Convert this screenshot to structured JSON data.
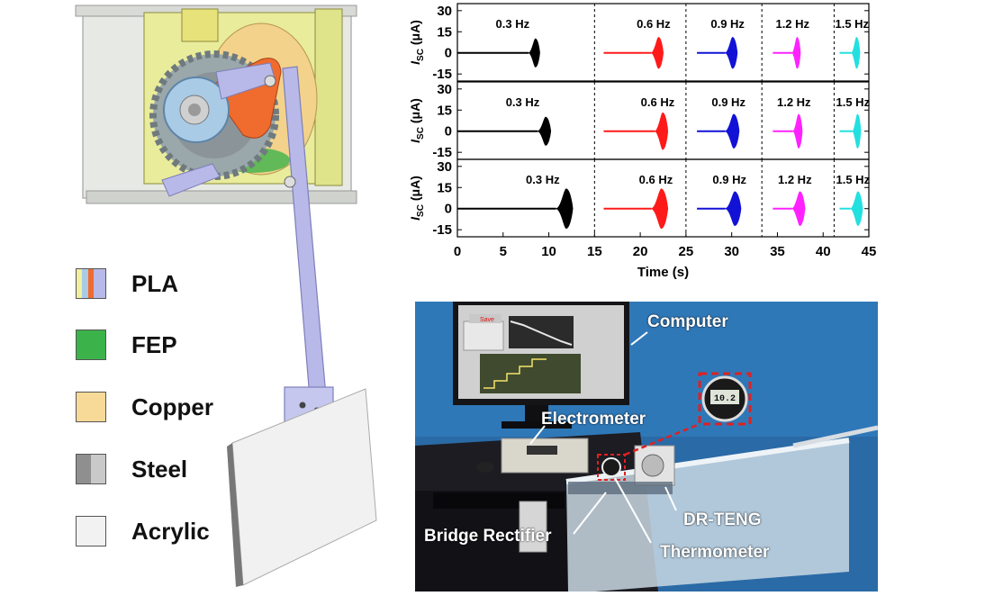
{
  "legend": [
    {
      "label": "PLA",
      "colors": [
        "#f2eea2",
        "#a9cbe6",
        "#ef6b2e",
        "#b8b9e8"
      ]
    },
    {
      "label": "FEP",
      "colors": [
        "#3cb34a"
      ]
    },
    {
      "label": "Copper",
      "colors": [
        "#f8da98"
      ]
    },
    {
      "label": "Steel",
      "colors": [
        "#8f8f8f",
        "#c9c9c9"
      ]
    },
    {
      "label": "Acrylic",
      "colors": [
        "#f2f2f2"
      ]
    }
  ],
  "chart_data": {
    "type": "line",
    "xlabel": "Time (s)",
    "ylabel_italic": "I",
    "ylabel_sub": "SC",
    "ylabel_unit": " (μA)",
    "xlim": [
      0,
      45
    ],
    "ylim": [
      -20,
      35
    ],
    "x_ticks": [
      0,
      5,
      10,
      15,
      20,
      25,
      30,
      35,
      40,
      45
    ],
    "y_ticks": [
      30,
      15,
      0,
      -15
    ],
    "grid": false,
    "segment_boundaries": [
      15,
      25,
      33.3,
      41.2
    ],
    "rows": [
      {
        "series": [
          {
            "name": "0.3 Hz",
            "color": "#000000",
            "flat_start": 0,
            "burst_start": 7.8,
            "burst_end": 9.0,
            "amplitude": 10
          },
          {
            "name": "0.6 Hz",
            "color": "#ff1a1a",
            "flat_start": 16,
            "burst_start": 21.2,
            "burst_end": 22.5,
            "amplitude": 11
          },
          {
            "name": "0.9 Hz",
            "color": "#1212d6",
            "flat_start": 26.2,
            "burst_start": 29.3,
            "burst_end": 30.6,
            "amplitude": 11
          },
          {
            "name": "1.2 Hz",
            "color": "#ff22ff",
            "flat_start": 34.5,
            "burst_start": 36.6,
            "burst_end": 37.5,
            "amplitude": 11
          },
          {
            "name": "1.5 Hz",
            "color": "#22e0e0",
            "flat_start": 41.8,
            "burst_start": 43.1,
            "burst_end": 44.0,
            "amplitude": 11
          }
        ]
      },
      {
        "series": [
          {
            "name": "0.3 Hz",
            "color": "#000000",
            "flat_start": 0,
            "burst_start": 8.8,
            "burst_end": 10.2,
            "amplitude": 10
          },
          {
            "name": "0.6 Hz",
            "color": "#ff1a1a",
            "flat_start": 16,
            "burst_start": 21.6,
            "burst_end": 23.0,
            "amplitude": 13
          },
          {
            "name": "0.9 Hz",
            "color": "#1212d6",
            "flat_start": 26.2,
            "burst_start": 29.3,
            "burst_end": 30.8,
            "amplitude": 12
          },
          {
            "name": "1.2 Hz",
            "color": "#ff22ff",
            "flat_start": 34.5,
            "burst_start": 36.7,
            "burst_end": 37.7,
            "amplitude": 12
          },
          {
            "name": "1.5 Hz",
            "color": "#22e0e0",
            "flat_start": 41.8,
            "burst_start": 43.2,
            "burst_end": 44.1,
            "amplitude": 12
          }
        ]
      },
      {
        "series": [
          {
            "name": "0.3 Hz",
            "color": "#000000",
            "flat_start": 0,
            "burst_start": 10.8,
            "burst_end": 12.6,
            "amplitude": 14
          },
          {
            "name": "0.6 Hz",
            "color": "#ff1a1a",
            "flat_start": 16,
            "burst_start": 21.2,
            "burst_end": 23.0,
            "amplitude": 14
          },
          {
            "name": "0.9 Hz",
            "color": "#1212d6",
            "flat_start": 26.2,
            "burst_start": 29.3,
            "burst_end": 31.0,
            "amplitude": 12
          },
          {
            "name": "1.2 Hz",
            "color": "#ff22ff",
            "flat_start": 34.5,
            "burst_start": 36.6,
            "burst_end": 38.0,
            "amplitude": 12
          },
          {
            "name": "1.5 Hz",
            "color": "#22e0e0",
            "flat_start": 41.8,
            "burst_start": 43.0,
            "burst_end": 44.3,
            "amplitude": 12
          }
        ]
      }
    ]
  },
  "photo": {
    "labels": {
      "computer": "Computer",
      "electrometer": "Electrometer",
      "dr_teng": "DR-TENG",
      "bridge_rectifier": "Bridge Rectifier",
      "thermometer": "Thermometer"
    },
    "screen_button": "Save",
    "meter_display": "10.2"
  }
}
